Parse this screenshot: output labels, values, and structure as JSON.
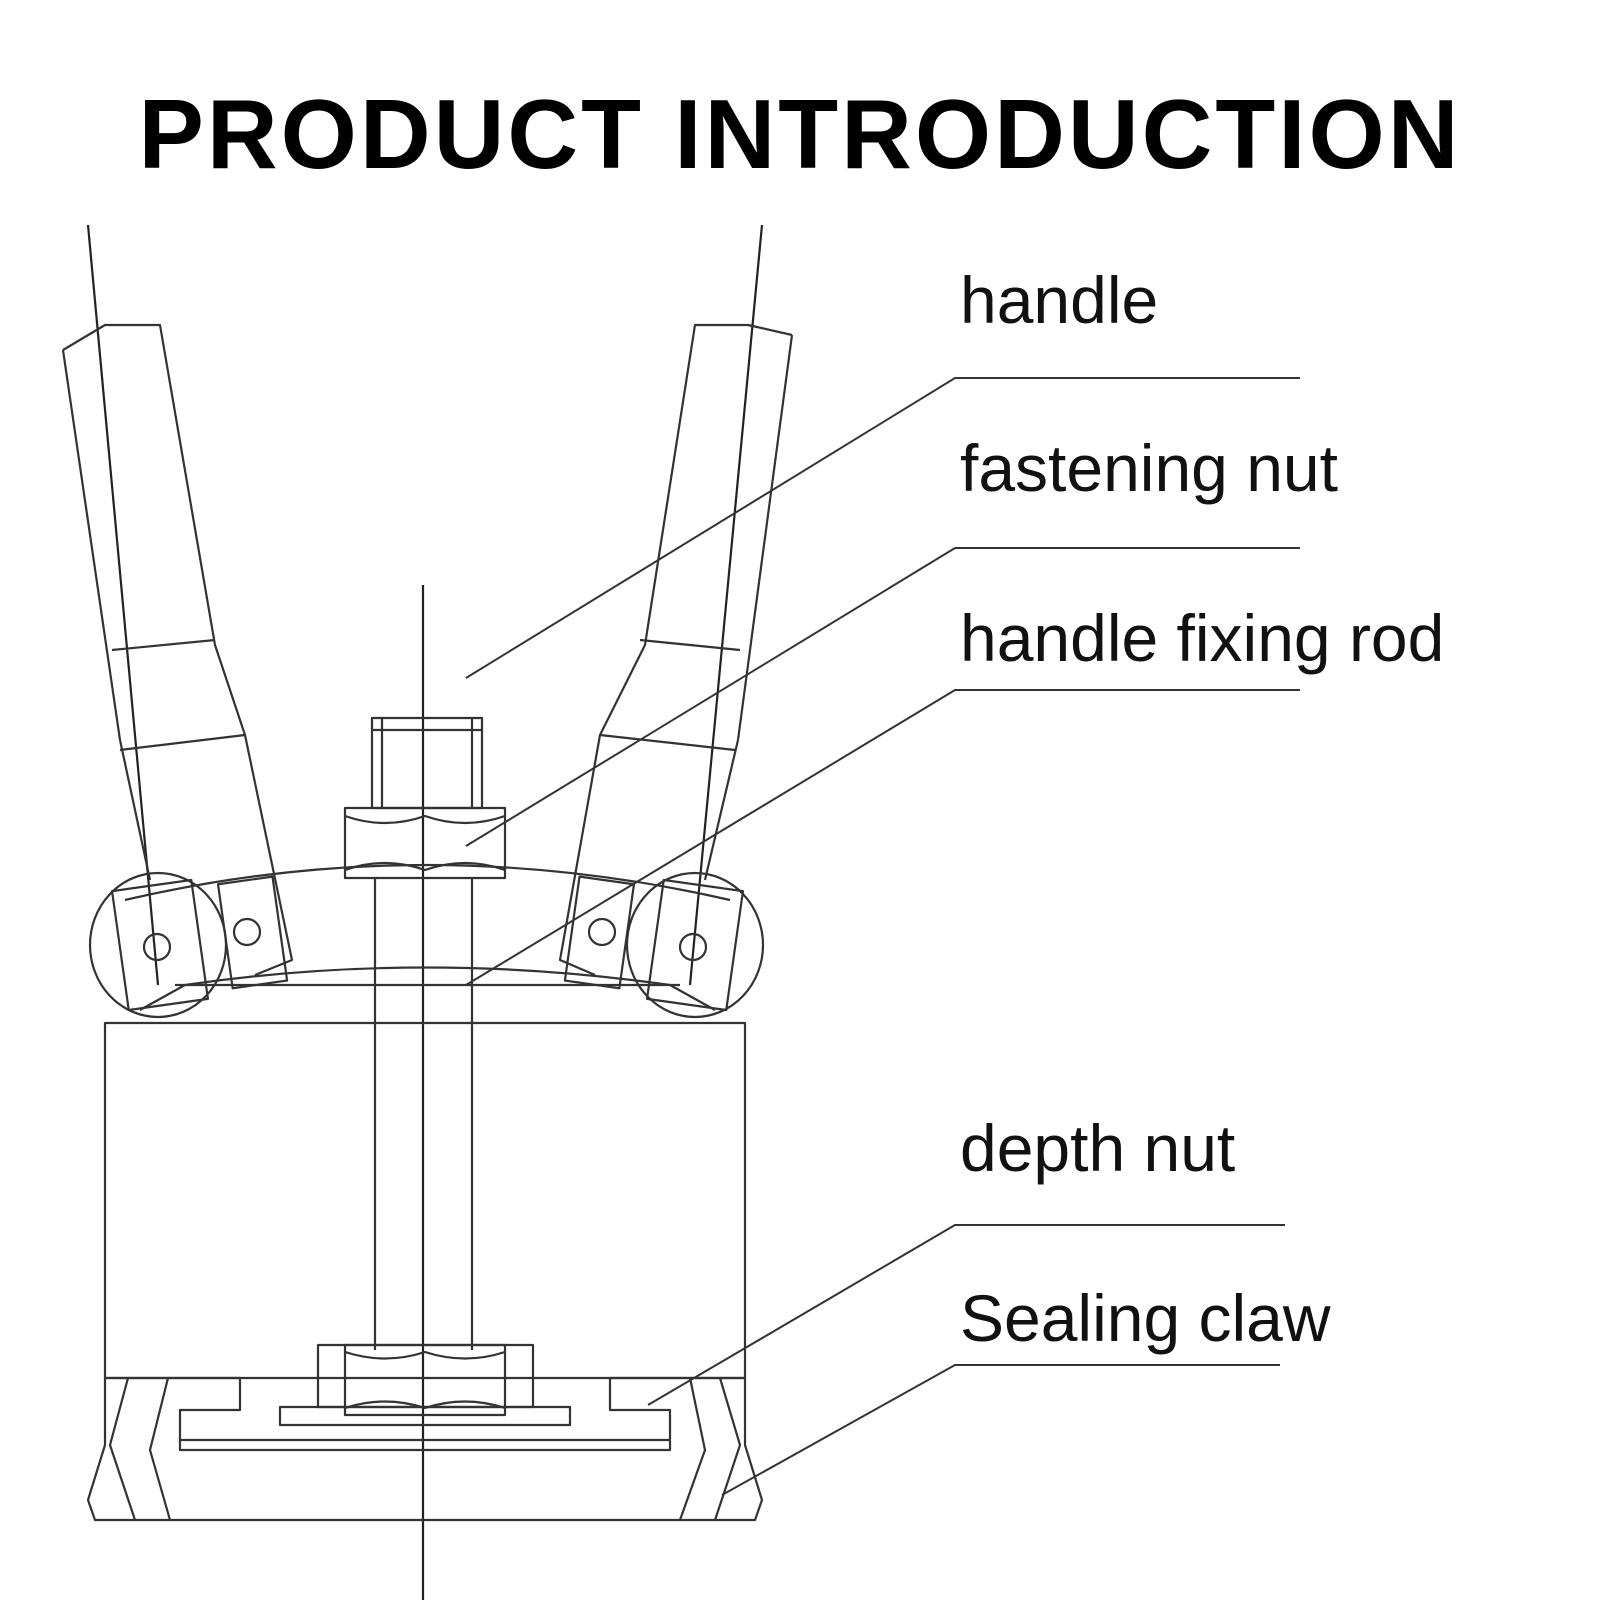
{
  "title": "PRODUCT INTRODUCTION",
  "labels": {
    "handle": "handle",
    "fastening_nut": "fastening nut",
    "handle_fixing_rod": "handle fixing rod",
    "depth_nut": "depth nut",
    "sealing_claw": "Sealing claw"
  }
}
